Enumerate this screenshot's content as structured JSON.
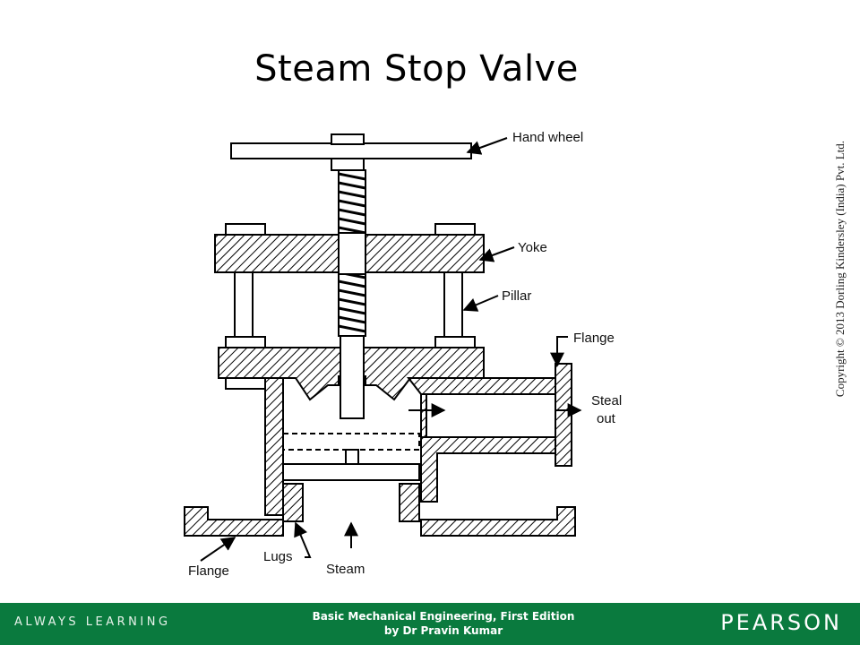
{
  "slide": {
    "title": "Steam Stop Valve",
    "copyright": "Copyright © 2013 Dorling Kindersley (India) Pvt. Ltd."
  },
  "diagram": {
    "labels": {
      "hand_wheel": "Hand wheel",
      "yoke": "Yoke",
      "pillar": "Pillar",
      "flange_top": "Flange",
      "steal_line1": "Steal",
      "steal_line2": "out",
      "flange_bottom": "Flange",
      "lugs": "Lugs",
      "steam": "Steam"
    }
  },
  "footer": {
    "left_text": "ALWAYS LEARNING",
    "book_title": "Basic Mechanical Engineering, First Edition",
    "author": "by Dr Pravin Kumar",
    "brand": "PEARSON"
  }
}
